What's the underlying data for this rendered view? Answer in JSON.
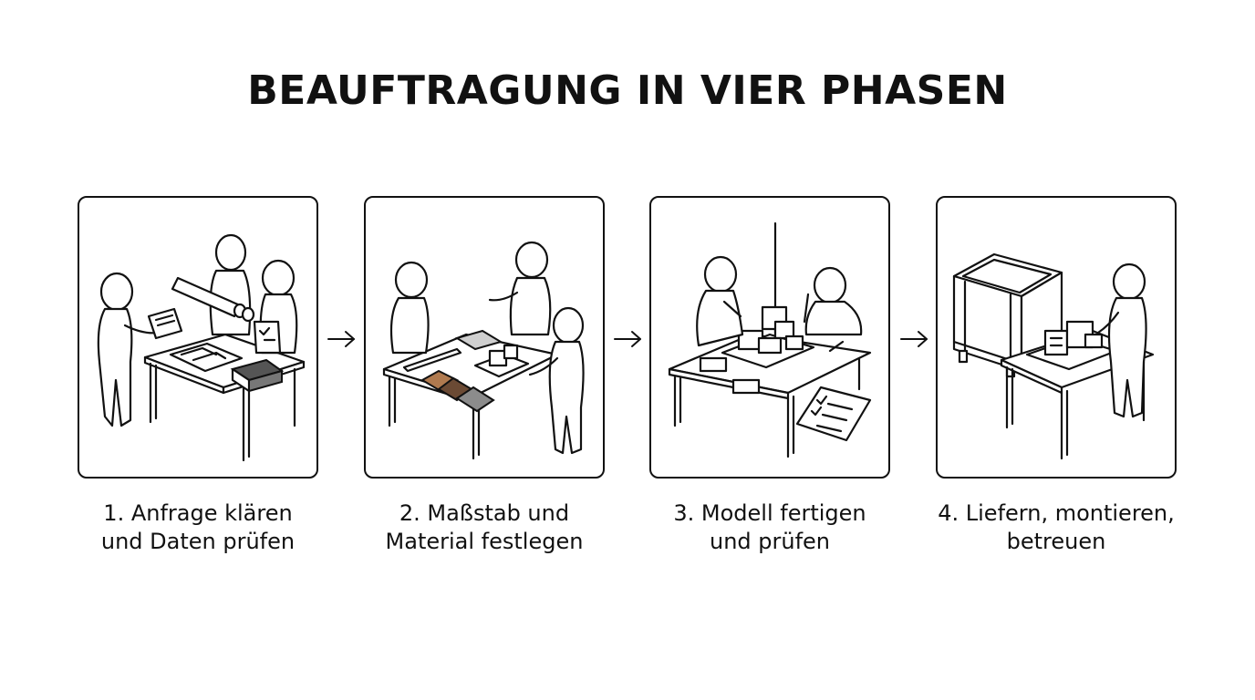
{
  "title": "BEAUFTRAGUNG IN VIER PHASEN",
  "steps": [
    {
      "line1": "1. Anfrage klären",
      "line2": "und Daten prüfen"
    },
    {
      "line1": "2. Maßstab und",
      "line2": "Material festlegen"
    },
    {
      "line1": "3. Modell fertigen",
      "line2": "und prüfen"
    },
    {
      "line1": "4. Liefern, montieren,",
      "line2": "betreuen"
    }
  ],
  "icons": {
    "panel1": "planning-meeting-illustration",
    "panel2": "material-samples-illustration",
    "panel3": "model-building-illustration",
    "panel4": "delivery-crate-illustration",
    "connector": "arrow-right-icon"
  },
  "colors": {
    "ink": "#111111",
    "wood_light": "#b07a4f",
    "wood_dark": "#6b4a34",
    "grey_material": "#8c8c8c"
  }
}
